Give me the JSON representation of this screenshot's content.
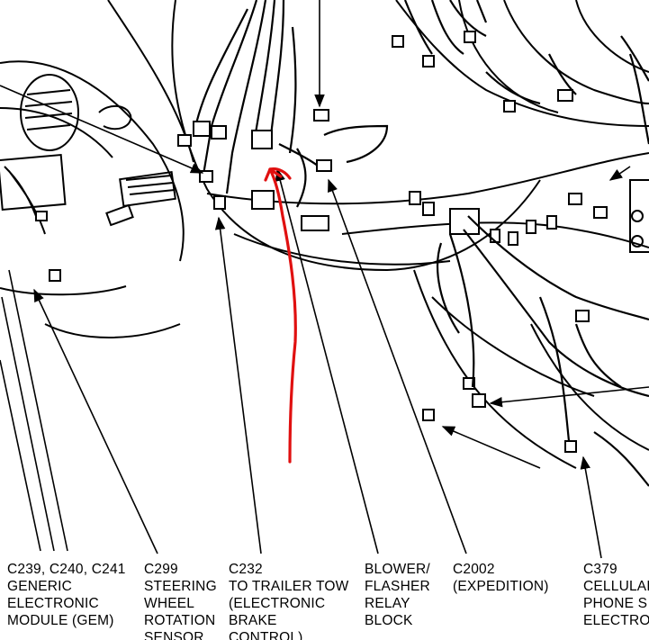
{
  "diagram": {
    "colors": {
      "line": "#000000",
      "highlight_arrow": "#e01010",
      "background": "#ffffff"
    },
    "callouts": [
      {
        "id": "gem",
        "lines": [
          "C239, C240, C241",
          "GENERIC",
          "ELECTRONIC",
          "MODULE (GEM)"
        ]
      },
      {
        "id": "c299",
        "lines": [
          "C299",
          "STEERING",
          "WHEEL",
          "ROTATION",
          "SENSOR"
        ]
      },
      {
        "id": "c232",
        "lines": [
          "C232",
          "TO TRAILER TOW",
          "(ELECTRONIC",
          "BRAKE",
          "CONTROL)"
        ]
      },
      {
        "id": "blower",
        "lines": [
          "BLOWER/",
          "FLASHER",
          "RELAY",
          "BLOCK"
        ]
      },
      {
        "id": "c2002",
        "lines": [
          "C2002",
          "(EXPEDITION)"
        ]
      },
      {
        "id": "c379",
        "lines": [
          "C379",
          "CELLULAR",
          "PHONE S",
          "ELECTRO"
        ]
      }
    ]
  }
}
